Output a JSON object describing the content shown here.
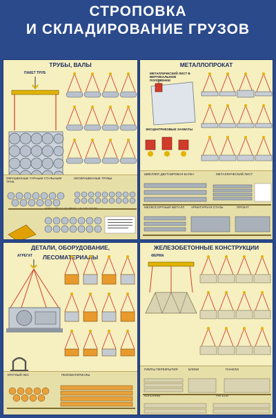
{
  "title": {
    "line1": "СТРОПОВКА",
    "line2": "И СКЛАДИРОВАНИЕ ГРУЗОВ"
  },
  "sections": {
    "pipes": {
      "title": "ТРУБЫ, ВАЛЫ",
      "pack_label": "ПАКЕТ ТРУБ"
    },
    "metal": {
      "title": "МЕТАЛЛОПРОКАТ",
      "sheet_label": "МЕТАЛЛИЧЕСКИЙ ЛИСТ В ВЕРТИКАЛЬНОМ ПОЛОЖЕНИИ",
      "grips_label": "ЭКСЦЕНТРИКОВЫЕ ЗАХВАТЫ"
    },
    "parts": {
      "title": "ДЕТАЛИ, ОБОРУДОВАНИЕ, ЛЕСОМАТЕРИАЛЫ",
      "unit_label": "АГРЕГАТ"
    },
    "concrete": {
      "title": "ЖЕЛЕЗОБЕТОННЫЕ КОНСТРУКЦИИ",
      "truss_label": "ФЕРМА"
    }
  },
  "storage": {
    "pipes": [
      "ОКРАШЕННЫЕ ТАРНЫМ СТАЛЬНЫМ ТРУБ",
      "НЕОКРАШЕННЫЕ ТРУБЫ",
      "ОКРАШЕННЫЕ ТРУБЫ В ШТАБЕЛЕ"
    ],
    "metal": [
      "ШВЕЛЛЕР, ДВУТАВРОВАЯ БАЛКА",
      "МЕТАЛЛИЧЕСКИЙ ЛИСТ",
      "МЕЛКОСОРТНЫЙ МЕТАЛЛ",
      "АРМАТУРНАЯ СТАЛЬ",
      "ПРОКАТ"
    ],
    "parts": [
      "КРУГЛЫЙ ЛЕС",
      "ПИЛОМАТЕРИАЛЫ"
    ],
    "concrete": [
      "ПЛИТЫ ПЕРЕКРЫТИЯ",
      "БЛОКИ",
      "ПАНЕЛИ",
      "КОЛОННЫ",
      "РИГЕЛИ"
    ]
  },
  "colors": {
    "background": "#2a4a8c",
    "panel": "#f6efbf",
    "sling": "#d13b2a",
    "crane_hook": "#e0b400",
    "pipe": "#b9c2cc"
  },
  "icons": [
    "hook-icon",
    "sling-icon",
    "pipe-bundle-icon",
    "steel-sheet-icon",
    "machine-unit-icon",
    "truss-icon",
    "shackle-icon"
  ]
}
